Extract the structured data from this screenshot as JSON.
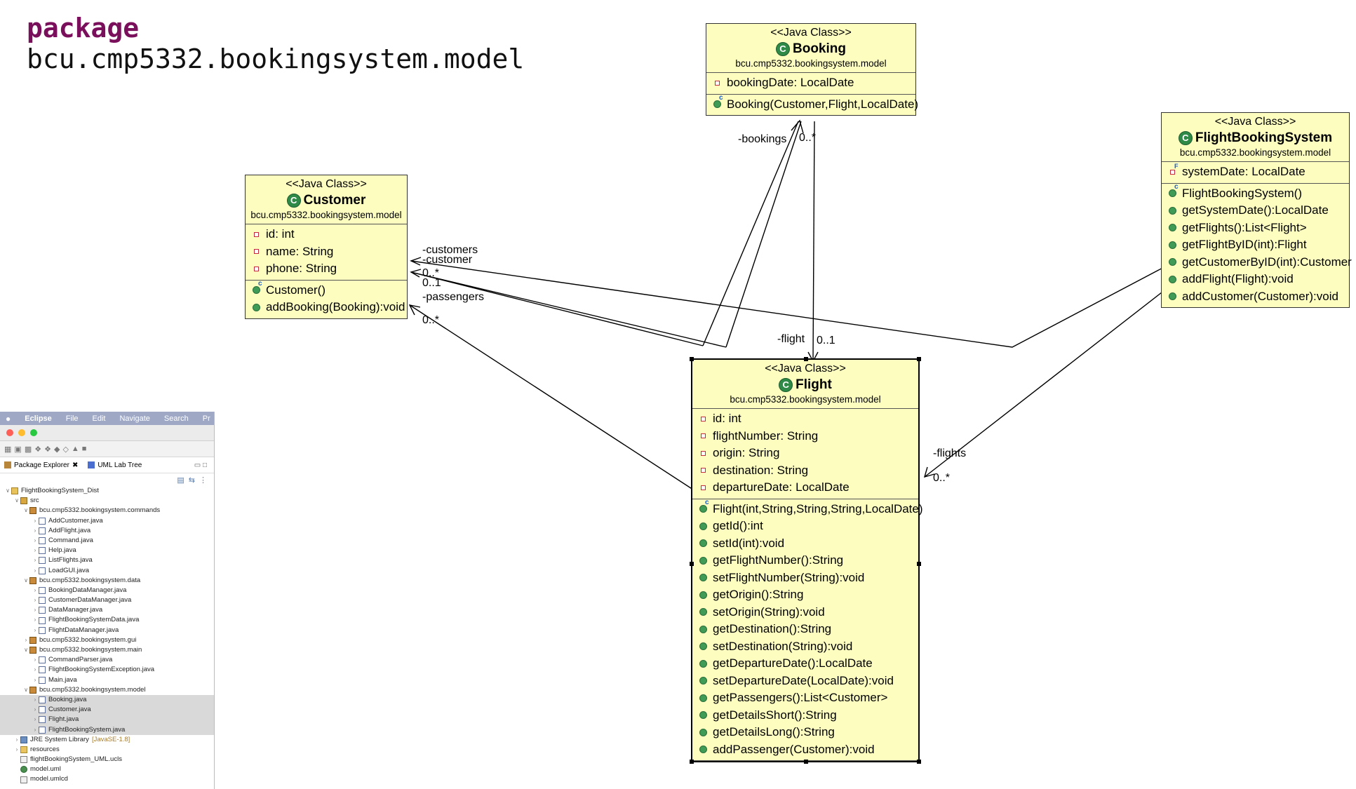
{
  "package": {
    "keyword": "package",
    "name": "bcu.cmp5332.bookingsystem.model"
  },
  "stereotype": "<<Java Class>>",
  "classes": {
    "booking": {
      "name": "Booking",
      "pkg": "bcu.cmp5332.bookingsystem.model",
      "fields": [
        "bookingDate: LocalDate"
      ],
      "methods": [
        "Booking(Customer,Flight,LocalDate)"
      ]
    },
    "customer": {
      "name": "Customer",
      "pkg": "bcu.cmp5332.bookingsystem.model",
      "fields": [
        "id: int",
        "name: String",
        "phone: String"
      ],
      "methods": [
        "Customer()",
        "addBooking(Booking):void"
      ]
    },
    "fbs": {
      "name": "FlightBookingSystem",
      "pkg": "bcu.cmp5332.bookingsystem.model",
      "fields": [
        "systemDate: LocalDate"
      ],
      "methods": [
        "FlightBookingSystem()",
        "getSystemDate():LocalDate",
        "getFlights():List<Flight>",
        "getFlightByID(int):Flight",
        "getCustomerByID(int):Customer",
        "addFlight(Flight):void",
        "addCustomer(Customer):void"
      ]
    },
    "flight": {
      "name": "Flight",
      "pkg": "bcu.cmp5332.bookingsystem.model",
      "fields": [
        "id: int",
        "flightNumber: String",
        "origin: String",
        "destination: String",
        "departureDate: LocalDate"
      ],
      "methods": [
        "Flight(int,String,String,String,LocalDate)",
        "getId():int",
        "setId(int):void",
        "getFlightNumber():String",
        "setFlightNumber(String):void",
        "getOrigin():String",
        "setOrigin(String):void",
        "getDestination():String",
        "setDestination(String):void",
        "getDepartureDate():LocalDate",
        "setDepartureDate(LocalDate):void",
        "getPassengers():List<Customer>",
        "getDetailsShort():String",
        "getDetailsLong():String",
        "addPassenger(Customer):void"
      ]
    }
  },
  "edge_labels": {
    "bookings": "-bookings",
    "bookings_mult": "0..*",
    "customers": "-customers",
    "customer": "-customer",
    "customer_mult_many": "0..*",
    "customer_mult_one": "0..1",
    "passengers": "-passengers",
    "passengers_mult": "0..*",
    "flight": "-flight",
    "flight_mult": "0..1",
    "flights": "-flights",
    "flights_mult": "0..*"
  },
  "eclipse": {
    "menu": [
      "Eclipse",
      "File",
      "Edit",
      "Navigate",
      "Search",
      "Pr"
    ],
    "tabs": [
      "Package Explorer",
      "UML Lab Tree"
    ],
    "tree": [
      {
        "label": "FlightBookingSystem_Dist",
        "indent": 0,
        "icon": "proj",
        "tw": "v"
      },
      {
        "label": "src",
        "indent": 1,
        "icon": "src",
        "tw": "v"
      },
      {
        "label": "bcu.cmp5332.bookingsystem.commands",
        "indent": 2,
        "icon": "pkg",
        "tw": "v"
      },
      {
        "label": "AddCustomer.java",
        "indent": 3,
        "icon": "java",
        "tw": ">"
      },
      {
        "label": "AddFlight.java",
        "indent": 3,
        "icon": "java",
        "tw": ">"
      },
      {
        "label": "Command.java",
        "indent": 3,
        "icon": "java",
        "tw": ">"
      },
      {
        "label": "Help.java",
        "indent": 3,
        "icon": "java",
        "tw": ">"
      },
      {
        "label": "ListFlights.java",
        "indent": 3,
        "icon": "java",
        "tw": ">"
      },
      {
        "label": "LoadGUI.java",
        "indent": 3,
        "icon": "java",
        "tw": ">"
      },
      {
        "label": "bcu.cmp5332.bookingsystem.data",
        "indent": 2,
        "icon": "pkg",
        "tw": "v"
      },
      {
        "label": "BookingDataManager.java",
        "indent": 3,
        "icon": "java",
        "tw": ">"
      },
      {
        "label": "CustomerDataManager.java",
        "indent": 3,
        "icon": "java",
        "tw": ">"
      },
      {
        "label": "DataManager.java",
        "indent": 3,
        "icon": "java",
        "tw": ">"
      },
      {
        "label": "FlightBookingSystemData.java",
        "indent": 3,
        "icon": "java",
        "tw": ">"
      },
      {
        "label": "FlightDataManager.java",
        "indent": 3,
        "icon": "java",
        "tw": ">"
      },
      {
        "label": "bcu.cmp5332.bookingsystem.gui",
        "indent": 2,
        "icon": "pkg",
        "tw": ">"
      },
      {
        "label": "bcu.cmp5332.bookingsystem.main",
        "indent": 2,
        "icon": "pkg",
        "tw": "v"
      },
      {
        "label": "CommandParser.java",
        "indent": 3,
        "icon": "java",
        "tw": ">"
      },
      {
        "label": "FlightBookingSystemException.java",
        "indent": 3,
        "icon": "java",
        "tw": ">"
      },
      {
        "label": "Main.java",
        "indent": 3,
        "icon": "java",
        "tw": ">"
      },
      {
        "label": "bcu.cmp5332.bookingsystem.model",
        "indent": 2,
        "icon": "pkg",
        "tw": "v"
      },
      {
        "label": "Booking.java",
        "indent": 3,
        "icon": "java",
        "tw": ">",
        "selected": true
      },
      {
        "label": "Customer.java",
        "indent": 3,
        "icon": "java",
        "tw": ">",
        "selected": true
      },
      {
        "label": "Flight.java",
        "indent": 3,
        "icon": "java",
        "tw": ">",
        "selected": true
      },
      {
        "label": "FlightBookingSystem.java",
        "indent": 3,
        "icon": "java",
        "tw": ">",
        "selected": true
      },
      {
        "label": "JRE System Library",
        "suffix": "[JavaSE-1.8]",
        "indent": 1,
        "icon": "lib",
        "tw": ">"
      },
      {
        "label": "resources",
        "indent": 1,
        "icon": "folder",
        "tw": ">"
      },
      {
        "label": "flightBookingSystem_UML.ucls",
        "indent": 1,
        "icon": "file",
        "tw": ""
      },
      {
        "label": "model.uml",
        "indent": 1,
        "icon": "uml",
        "tw": ""
      },
      {
        "label": "model.umlcd",
        "indent": 1,
        "icon": "file",
        "tw": ""
      }
    ]
  }
}
